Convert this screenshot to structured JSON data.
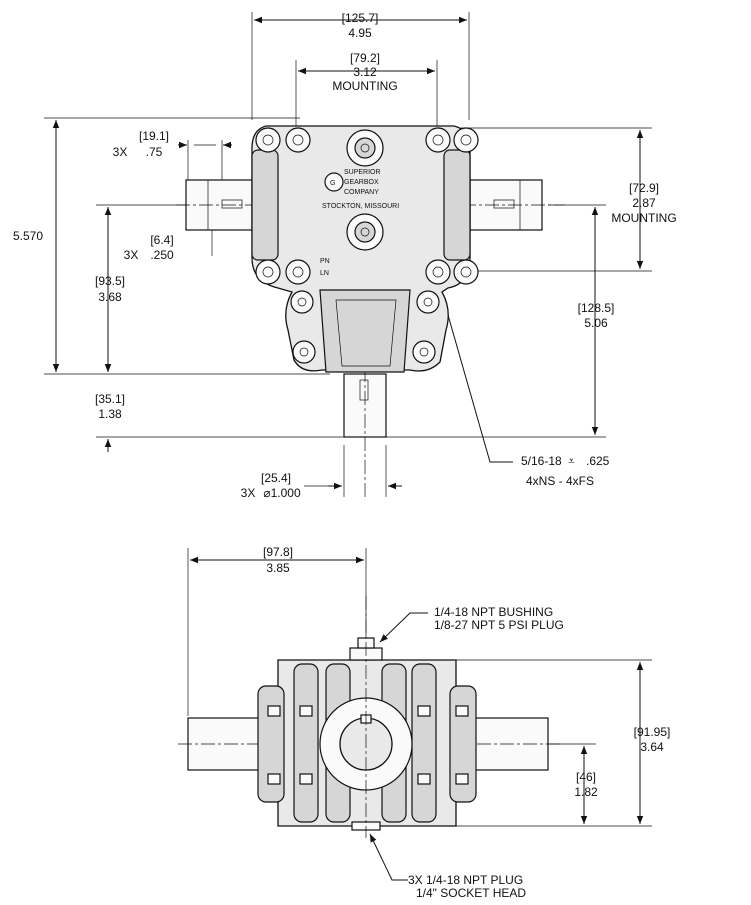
{
  "front_view": {
    "overall_width": {
      "mm": "[125.7]",
      "in": "4.95"
    },
    "mounting_width": {
      "mm": "[79.2]",
      "in": "3.12",
      "label": "MOUNTING"
    },
    "keyway_length": {
      "mm": "[19.1]",
      "in": ".75",
      "qty": "3X"
    },
    "keyway_width": {
      "mm": "[6.4]",
      "in": ".250",
      "qty": "3X"
    },
    "overall_height": {
      "in": "5.570"
    },
    "shaft_center_height": {
      "mm": "[93.5]",
      "in": "3.68"
    },
    "mounting_height": {
      "mm": "[72.9]",
      "in": "2.87",
      "label": "MOUNTING"
    },
    "bottom_to_hole": {
      "mm": "[128.5]",
      "in": "5.06"
    },
    "shaft_extension": {
      "mm": "[35.1]",
      "in": "1.38"
    },
    "shaft_diameter": {
      "mm": "[25.4]",
      "in": "⌀1.000",
      "qty": "3X"
    },
    "mount_thread": {
      "spec": "5/16-18",
      "symbol": "⩡",
      "depth": ".625",
      "note": "4xNS - 4xFS"
    },
    "housing_text": [
      "SUPERIOR",
      "GEARBOX",
      "COMPANY",
      "STOCKTON, MISSOURI"
    ],
    "nameplate": [
      "PN",
      "LN"
    ]
  },
  "top_view": {
    "offset_width": {
      "mm": "[97.8]",
      "in": "3.85"
    },
    "bushing_callout": {
      "line1": "1/4-18 NPT BUSHING",
      "line2": "1/8-27 NPT 5 PSI PLUG"
    },
    "overall_depth": {
      "mm": "[91.95]",
      "in": "3.64"
    },
    "shaft_offset": {
      "mm": "[46]",
      "in": "1.82"
    },
    "plug_callout": {
      "line1": "3X 1/4-18 NPT PLUG",
      "line2": "1/4\" SOCKET HEAD"
    }
  }
}
